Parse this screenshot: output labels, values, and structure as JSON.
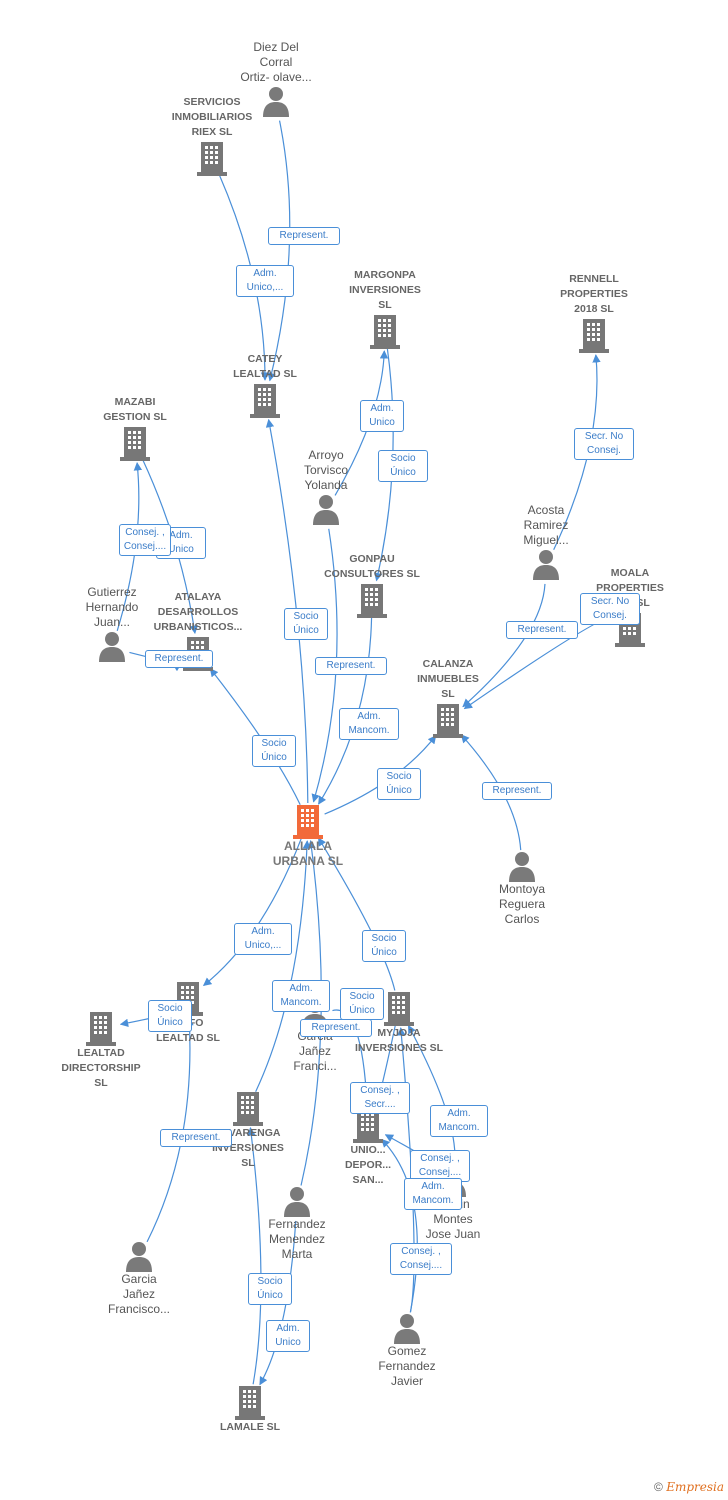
{
  "diagram": {
    "nodes": [
      {
        "id": "diez",
        "kind": "person",
        "label": "Diez Del\nCorral\nOrtiz- olave..."
      },
      {
        "id": "servicios",
        "kind": "company",
        "label": "SERVICIOS\nINMOBILIARIOS\nRIEX SL"
      },
      {
        "id": "catey",
        "kind": "company",
        "label": "CATEY\nLEALTAD  SL"
      },
      {
        "id": "margonpa",
        "kind": "company",
        "label": "MARGONPA\nINVERSIONES\nSL"
      },
      {
        "id": "rennell",
        "kind": "company",
        "label": "RENNELL\nPROPERTIES\n2018  SL"
      },
      {
        "id": "mazabi",
        "kind": "company",
        "label": "MAZABI\nGESTION SL"
      },
      {
        "id": "arroyo",
        "kind": "person",
        "label": "Arroyo\nTorvisco\nYolanda"
      },
      {
        "id": "acosta",
        "kind": "person",
        "label": "Acosta\nRamirez\nMiguel..."
      },
      {
        "id": "gonpau",
        "kind": "company",
        "label": "GONPAU\nCONSULTORES SL"
      },
      {
        "id": "moala",
        "kind": "company",
        "label": "MOALA\nPROPERTIES\n2018  SL"
      },
      {
        "id": "gutierrez",
        "kind": "person",
        "label": "Gutierrez\nHernando\nJuan..."
      },
      {
        "id": "atalaya",
        "kind": "company",
        "label": "ATALAYA\nDESARROLLOS\nURBANISTICOS..."
      },
      {
        "id": "calanza",
        "kind": "company",
        "label": "CALANZA\nINMUEBLES\nSL"
      },
      {
        "id": "allala",
        "kind": "focus",
        "label": "ALLALA\nURBANA  SL"
      },
      {
        "id": "montoya",
        "kind": "person",
        "label": "Montoya\nReguera\nCarlos"
      },
      {
        "id": "silfo",
        "kind": "company",
        "label": "SILFO\nLEALTAD  SL"
      },
      {
        "id": "lealtad",
        "kind": "company",
        "label": "LEALTAD\nDIRECTORSHIP\nSL"
      },
      {
        "id": "garciaj1",
        "kind": "person",
        "label": "Garcia\nJañez\nFranci..."
      },
      {
        "id": "myjoja",
        "kind": "company",
        "label": "MYJOJA\nINVERSIONES SL"
      },
      {
        "id": "alvarenga",
        "kind": "company",
        "label": "ALVARENGA\nINVERSIONES\nSL"
      },
      {
        "id": "union",
        "kind": "company",
        "label": "UNIO...\nDEPOR...\nSAN..."
      },
      {
        "id": "martin",
        "kind": "person",
        "label": "Martin\nMontes\nJose Juan"
      },
      {
        "id": "fernandez",
        "kind": "person",
        "label": "Fernandez\nMenendez\nMarta"
      },
      {
        "id": "garciaj2",
        "kind": "person",
        "label": "Garcia\nJañez\nFrancisco..."
      },
      {
        "id": "gomez",
        "kind": "person",
        "label": "Gomez\nFernandez\nJavier"
      },
      {
        "id": "lamale",
        "kind": "company",
        "label": "LAMALE  SL"
      }
    ],
    "edges": [
      {
        "label": "Represent."
      },
      {
        "label": "Adm.\nUnico,..."
      },
      {
        "label": "Adm.\nUnico"
      },
      {
        "label": "Socio\nÚnico"
      },
      {
        "label": "Secr.  No\nConsej."
      },
      {
        "label": "Consej. ,\nConsej...."
      },
      {
        "label": "Adm.\nUnico"
      },
      {
        "label": "Represent."
      },
      {
        "label": "Socio\nÚnico"
      },
      {
        "label": "Represent."
      },
      {
        "label": "Secr.  No\nConsej."
      },
      {
        "label": "Represent."
      },
      {
        "label": "Adm.\nMancom."
      },
      {
        "label": "Socio\nÚnico"
      },
      {
        "label": "Socio\nÚnico"
      },
      {
        "label": "Represent."
      },
      {
        "label": "Adm.\nUnico,..."
      },
      {
        "label": "Socio\nÚnico"
      },
      {
        "label": "Socio\nÚnico"
      },
      {
        "label": "Adm.\nMancom."
      },
      {
        "label": "Socio\nÚnico"
      },
      {
        "label": "Represent."
      },
      {
        "label": "Represent."
      },
      {
        "label": "Consej. ,\nSecr...."
      },
      {
        "label": "Adm.\nMancom."
      },
      {
        "label": "Consej. ,\nConsej...."
      },
      {
        "label": "Adm.\nMancom."
      },
      {
        "label": "Consej. ,\nConsej...."
      },
      {
        "label": "Socio\nÚnico"
      },
      {
        "label": "Adm.\nUnico"
      }
    ]
  },
  "footer": {
    "copyright": "©",
    "brand": "Empresia"
  },
  "colors": {
    "company": "#777777",
    "focus": "#f26a3a",
    "person": "#7a7a7a",
    "edge": "#4a8fd8"
  }
}
